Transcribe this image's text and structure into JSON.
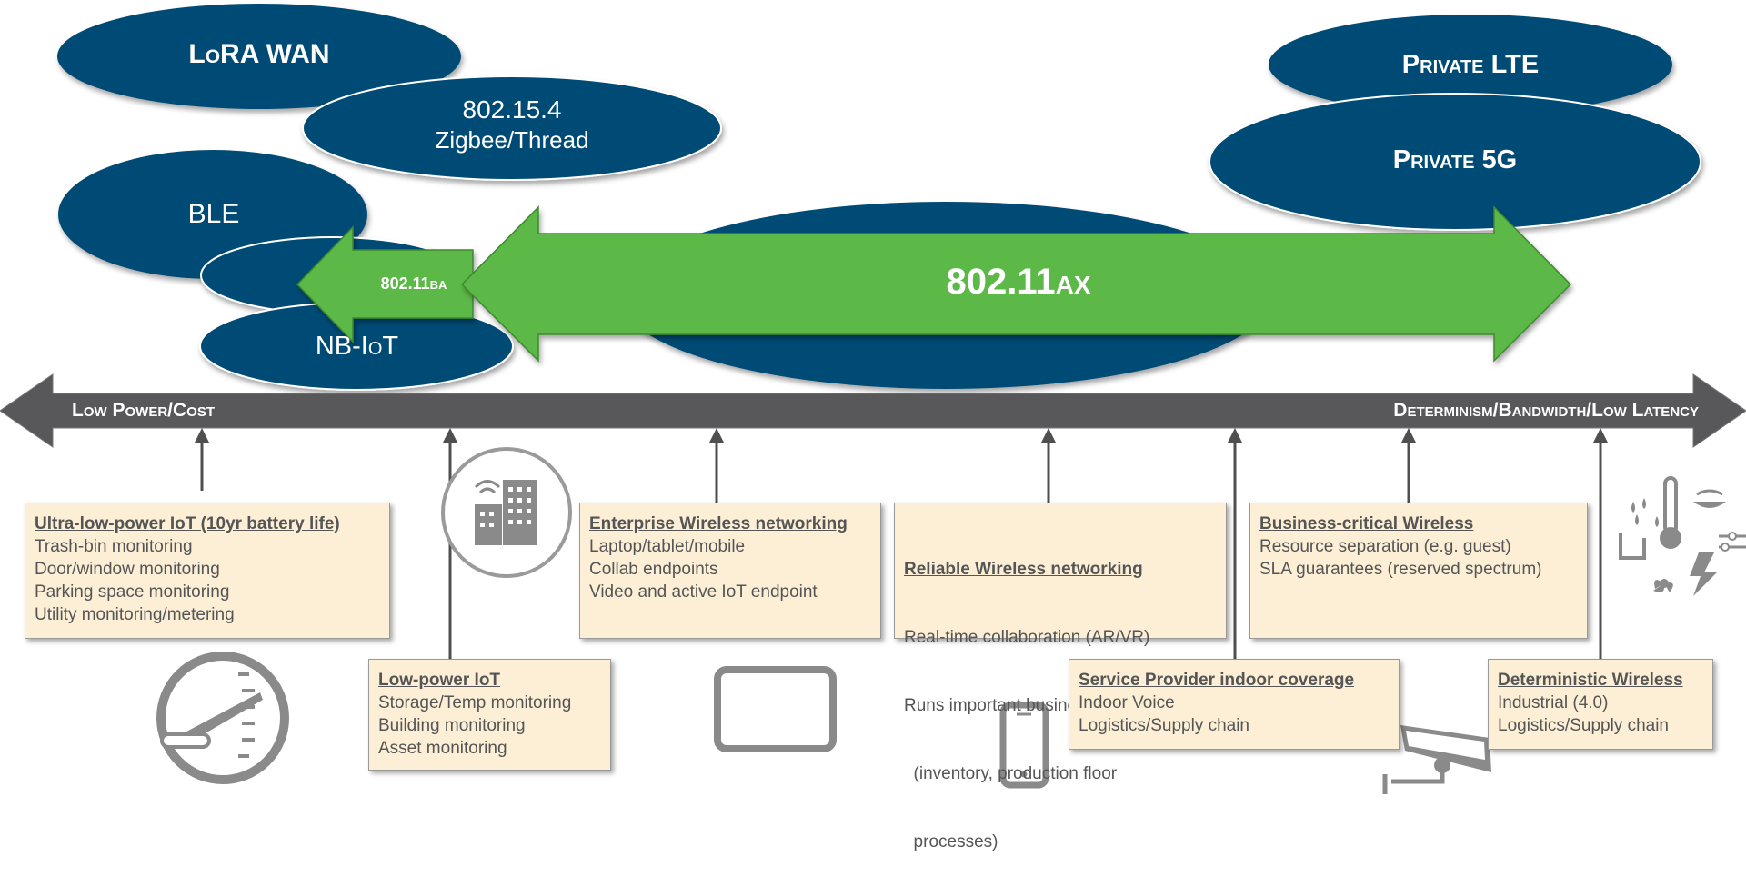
{
  "technologies": {
    "lora": "LoRA WAN",
    "zigbee_line1": "802.15.4",
    "zigbee_line2": "Zigbee/Thread",
    "ble": "BLE",
    "nbiot": "NB-IoT",
    "private_lte": "Private LTE",
    "private_5g": "Private 5G",
    "wifi_ba": "802.11ba",
    "wifi_ax": "802.11ax"
  },
  "axis": {
    "left_label": "Low Power/Cost",
    "right_label": "Determinism/Bandwidth/Low Latency"
  },
  "use_cases": [
    {
      "title": "Ultra-low-power IoT (10yr battery life)",
      "items": [
        "Trash-bin monitoring",
        "Door/window monitoring",
        "Parking space monitoring",
        "Utility monitoring/metering"
      ]
    },
    {
      "title": "Low-power IoT",
      "items": [
        "Storage/Temp monitoring",
        "Building monitoring",
        "Asset monitoring"
      ]
    },
    {
      "title": "Enterprise Wireless networking",
      "items": [
        "Laptop/tablet/mobile",
        "Collab endpoints",
        "Video and active IoT endpoint"
      ]
    },
    {
      "title": "Reliable Wireless networking",
      "items": [
        "Real-time collaboration (AR/VR)",
        "Runs important business processes",
        "  (inventory, production floor",
        "  processes)"
      ]
    },
    {
      "title": "Service Provider indoor coverage",
      "items": [
        "Indoor Voice",
        "Logistics/Supply chain"
      ]
    },
    {
      "title": "Business-critical Wireless",
      "items": [
        "Resource separation (e.g. guest)",
        "SLA guarantees (reserved spectrum)"
      ]
    },
    {
      "title": "Deterministic Wireless",
      "items": [
        "Industrial (4.0)",
        "Logistics/Supply chain"
      ]
    }
  ],
  "icons": [
    "meter-icon",
    "building-wifi-icon",
    "tablet-icon",
    "phone-icon",
    "security-camera-icon",
    "sensors-icon"
  ],
  "colors": {
    "oval": "#004c74",
    "arrow_green": "#5cb946",
    "axis_gray": "#58585b",
    "box_fill": "#fcefd6",
    "text_gray": "#555555"
  }
}
